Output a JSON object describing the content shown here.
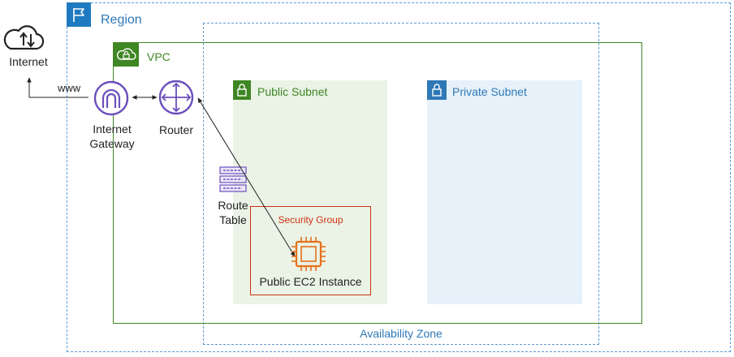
{
  "region": {
    "label": "Region"
  },
  "availability_zone": {
    "label": "Availability Zone"
  },
  "vpc": {
    "label": "VPC"
  },
  "public_subnet": {
    "label": "Public Subnet"
  },
  "private_subnet": {
    "label": "Private Subnet"
  },
  "security_group": {
    "label": "Security Group"
  },
  "ec2_instance": {
    "label": "Public EC2 Instance"
  },
  "internet": {
    "label": "Internet"
  },
  "www": {
    "label": "www"
  },
  "internet_gateway": {
    "label_line1": "Internet",
    "label_line2": "Gateway"
  },
  "router": {
    "label": "Router"
  },
  "route_table": {
    "label_line1": "Route",
    "label_line2": "Table"
  },
  "icons": {
    "region": "flag-icon",
    "vpc": "cloud-lock-icon",
    "public_subnet": "lock-icon",
    "private_subnet": "lock-icon",
    "internet": "cloud-upload-download-icon",
    "internet_gateway": "gateway-arch-icon",
    "router": "router-arrows-icon",
    "route_table": "route-table-icon",
    "ec2": "chip-icon"
  },
  "colors": {
    "region_blue": "#1f7bc1",
    "vpc_green": "#3f8624",
    "subnet_public_bg": "#eaf3e6",
    "subnet_private_bg": "#e6f1fa",
    "security_red": "#d13212",
    "ec2_orange": "#e7701a",
    "network_purple": "#6b4fbb"
  }
}
